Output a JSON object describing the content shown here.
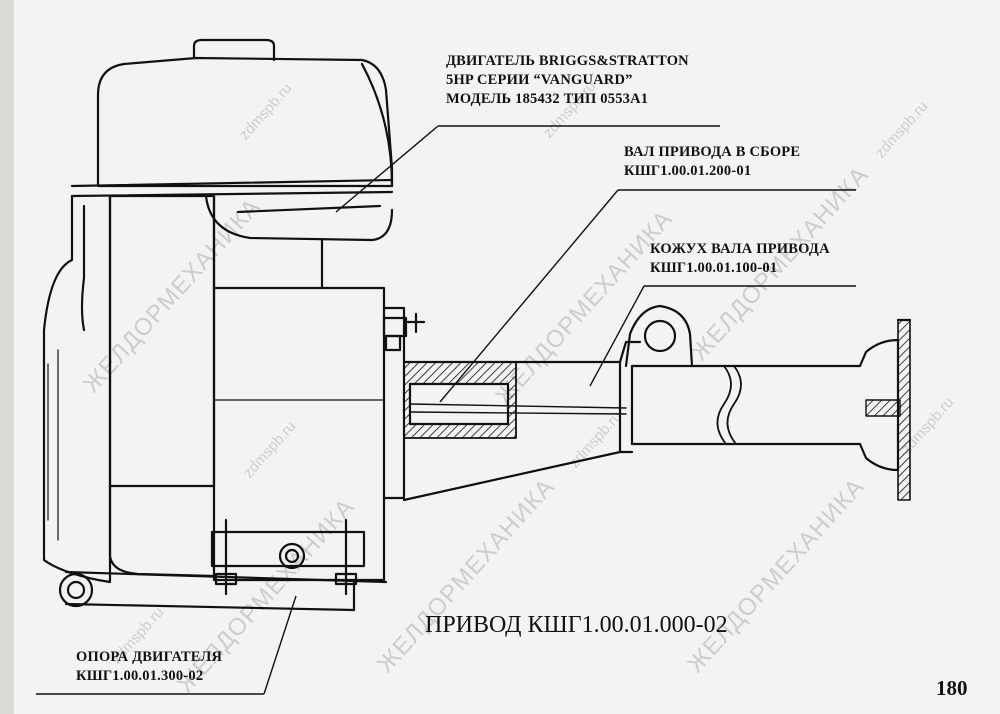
{
  "labels": {
    "engine": {
      "line1": "ДВИГАТЕЛЬ BRIGGS&STRATTON",
      "line2": "5HP СЕРИИ “VANGUARD”",
      "line3": "МОДЕЛЬ 185432 ТИП 0553А1"
    },
    "shaft": {
      "line1": "ВАЛ ПРИВОДА В СБОРЕ",
      "line2": "КШГ1.00.01.200-01"
    },
    "casing": {
      "line1": "КОЖУХ ВАЛА ПРИВОДА",
      "line2": "КШГ1.00.01.100-01"
    },
    "support": {
      "line1": "ОПОРА ДВИГАТЕЛЯ",
      "line2": "КШГ1.00.01.300-02"
    }
  },
  "title": "ПРИВОД КШГ1.00.01.000-02",
  "page_number": "180",
  "watermarks": {
    "big": "ЖЕЛДОРМЕХАНИКА",
    "small": "zdmspb.ru"
  }
}
